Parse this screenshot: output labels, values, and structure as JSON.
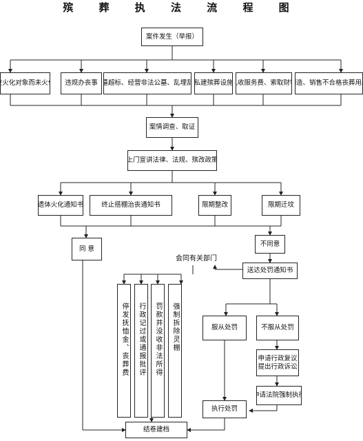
{
  "title": "殡 葬 执 法 流 程 图",
  "nodes": {
    "case_occurs": "案件发生（举报）",
    "cat1": "应火化对象而未火化",
    "cat2": "违规办丧事",
    "cat3": "公墓超标、经营非法公墓、乱埋乱葬",
    "cat4": "私建殡葬设施",
    "cat5": "乱收服务费、索取财物",
    "cat6": "制造、销售不合格丧葬用品",
    "investigate": "案情调查、取证",
    "publicize": "上门宣讲法律、法规、殡改政策",
    "notice1": "遗体火化通知书",
    "notice2": "终止搭棚治丧通知书",
    "notice3": "限期整改",
    "notice4": "限期迁坟",
    "agree": "同 意",
    "disagree": "不同意",
    "joint_depts": "会同有关部门",
    "serve_notice": "送达处罚通知书",
    "penalty1": "停发抚恤金、丧葬费",
    "penalty2": "行政记过或通报批评",
    "penalty3": "罚款并没收非法所得",
    "penalty4": "强制拆除灵棚",
    "accept": "服从处罚",
    "not_accept": "不服从处罚",
    "review": "申请行政复议\n提出行政诉讼",
    "court": "申请法院强制执行",
    "execute": "执行处罚",
    "archive": "结卷建档"
  }
}
